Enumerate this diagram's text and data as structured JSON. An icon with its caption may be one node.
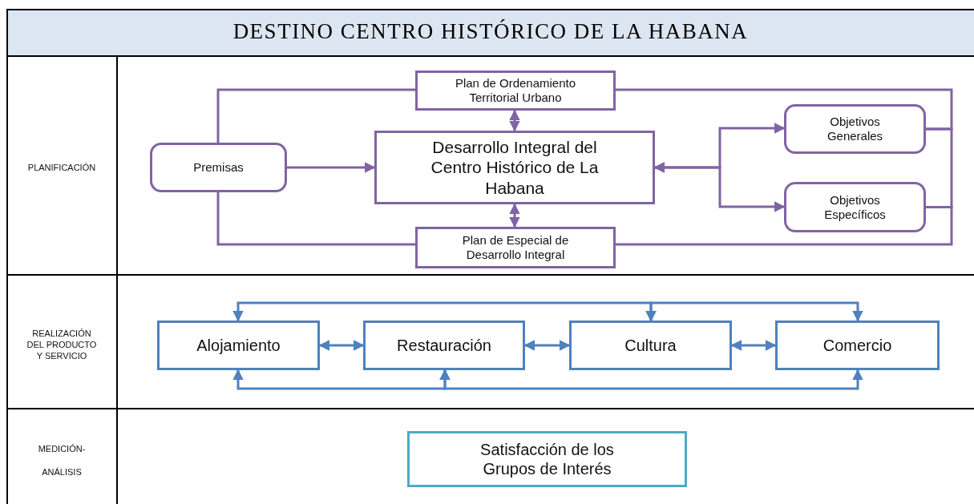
{
  "diagram": {
    "title": "DESTINO CENTRO HISTÓRICO DE LA HABANA",
    "nodes": [
      {
        "text": [
          "Plan de Ordenamiento Territorial Urbano"
        ]
      },
      {
        "text": [
          "Premisas"
        ]
      },
      {
        "text": [
          "Desarrollo Integral del Centro Histórico de La Habana"
        ]
      },
      {
        "text": [
          "Objetivos Generales"
        ]
      },
      {
        "text": [
          "Objetivos Específicos"
        ]
      },
      {
        "text": [
          "Plan de Especial de Desarrollo Integral"
        ]
      },
      {
        "text": [
          "Alojamiento"
        ]
      },
      {
        "text": [
          "Restauración"
        ]
      },
      {
        "text": [
          "Cultura"
        ]
      },
      {
        "text": [
          "Comercio"
        ]
      },
      {
        "text": [
          "Satisfacción de los Grupos de Interés"
        ]
      }
    ],
    "edges": [
      {
        "from": 1,
        "to": 2,
        "arrow": "to"
      },
      {
        "from": 1,
        "to": 0,
        "arrow": "none"
      },
      {
        "from": 1,
        "to": 5,
        "arrow": "none"
      },
      {
        "from": 0,
        "to": 2,
        "arrow": "both"
      },
      {
        "from": 2,
        "to": 5,
        "arrow": "both"
      },
      {
        "from": 2,
        "to": 3,
        "arrow": "both"
      },
      {
        "from": 2,
        "to": 4,
        "arrow": "both"
      },
      {
        "from": 0,
        "to": 3,
        "arrow": "none"
      },
      {
        "from": 3,
        "to": 4,
        "arrow": "none"
      },
      {
        "from": 4,
        "to": 5,
        "arrow": "none"
      },
      {
        "from": 6,
        "to": 7,
        "arrow": "both",
        "color": "#4f81bd"
      },
      {
        "from": 7,
        "to": 8,
        "arrow": "both",
        "color": "#4f81bd"
      },
      {
        "from": 8,
        "to": 9,
        "arrow": "both",
        "color": "#4f81bd"
      },
      {
        "from": 6,
        "to": 8,
        "arrow": "both",
        "color": "#4f81bd"
      },
      {
        "from": 8,
        "to": 9,
        "arrow": "both",
        "color": "#4f81bd"
      },
      {
        "from": 6,
        "to": 7,
        "arrow": "both",
        "color": "#4f81bd"
      },
      {
        "from": 7,
        "to": 9,
        "arrow": "both",
        "color": "#4f81bd"
      }
    ],
    "labels": [
      "PLANIFICACIÓN",
      "REALIZACIÓN DEL PRODUCTO Y SERVICIO",
      "MEDICIÓN- ANÁLISIS"
    ]
  }
}
